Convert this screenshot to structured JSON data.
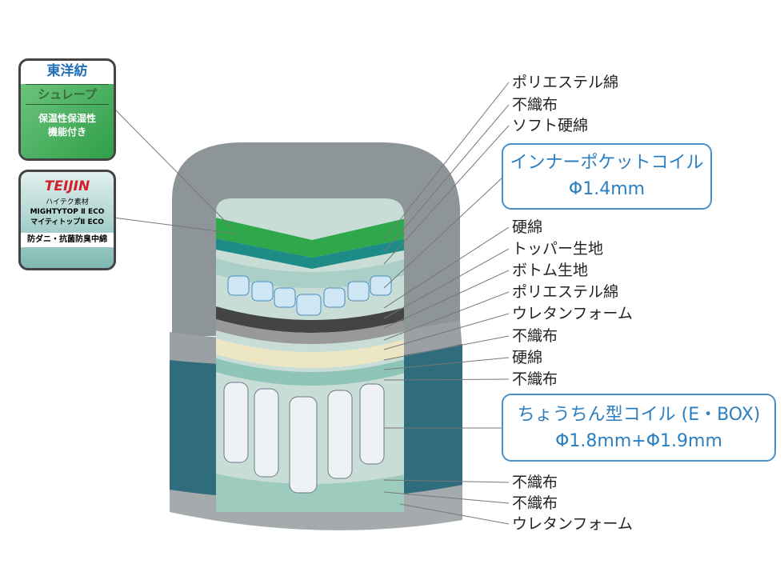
{
  "badges": [
    {
      "brand": "東洋紡",
      "product": "シュレープ",
      "desc_line1": "保温性保湿性",
      "desc_line2": "機能付き"
    },
    {
      "brand": "TEIJIN",
      "sub": "ハイテク素材",
      "product_en": "MIGHTYTOP Ⅱ ECO",
      "product_jp": "マイティトップⅡ ECO",
      "desc": "防ダニ・抗菌防臭中綿"
    }
  ],
  "labels": [
    "ポリエステル綿",
    "不織布",
    "ソフト硬綿",
    "硬綿",
    "トッパー生地",
    "ボトム生地",
    "ポリエステル綿",
    "ウレタンフォーム",
    "不織布",
    "硬綿",
    "不織布",
    "不織布",
    "不織布",
    "ウレタンフォーム"
  ],
  "boxes": [
    {
      "line1": "インナーポケットコイル",
      "line2": "Φ1.4mm"
    },
    {
      "line1": "ちょうちん型コイル (E・BOX)",
      "line2": "Φ1.8mm+Φ1.9mm"
    }
  ],
  "colors": {
    "accent": "#4a90c8",
    "green": "#2e9e4a",
    "teal": "#2f6f80"
  }
}
